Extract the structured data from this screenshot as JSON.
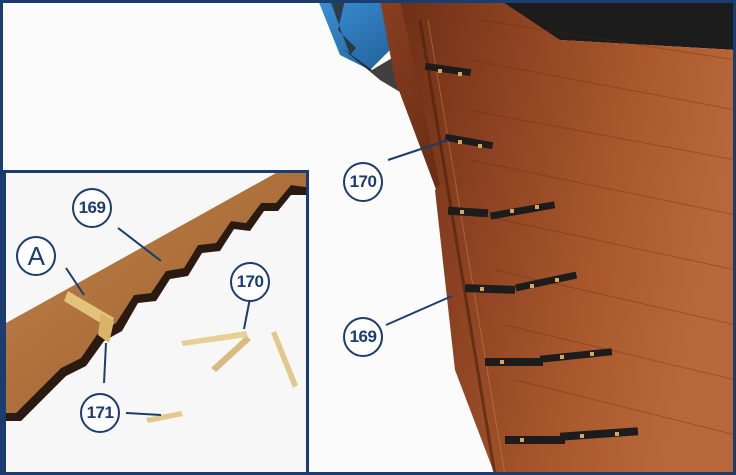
{
  "callouts": {
    "main_170": "170",
    "main_169": "169",
    "inset_169": "169",
    "inset_170": "170",
    "inset_171": "171",
    "inset_A": "A"
  },
  "colors": {
    "frame": "#1a3c6e",
    "wood_dark": "#7a3a1c",
    "wood_mid": "#a0522d",
    "wood_light": "#c2773c",
    "hull_blue": "#2f7fc0",
    "inset_wood": "#a96a36"
  }
}
